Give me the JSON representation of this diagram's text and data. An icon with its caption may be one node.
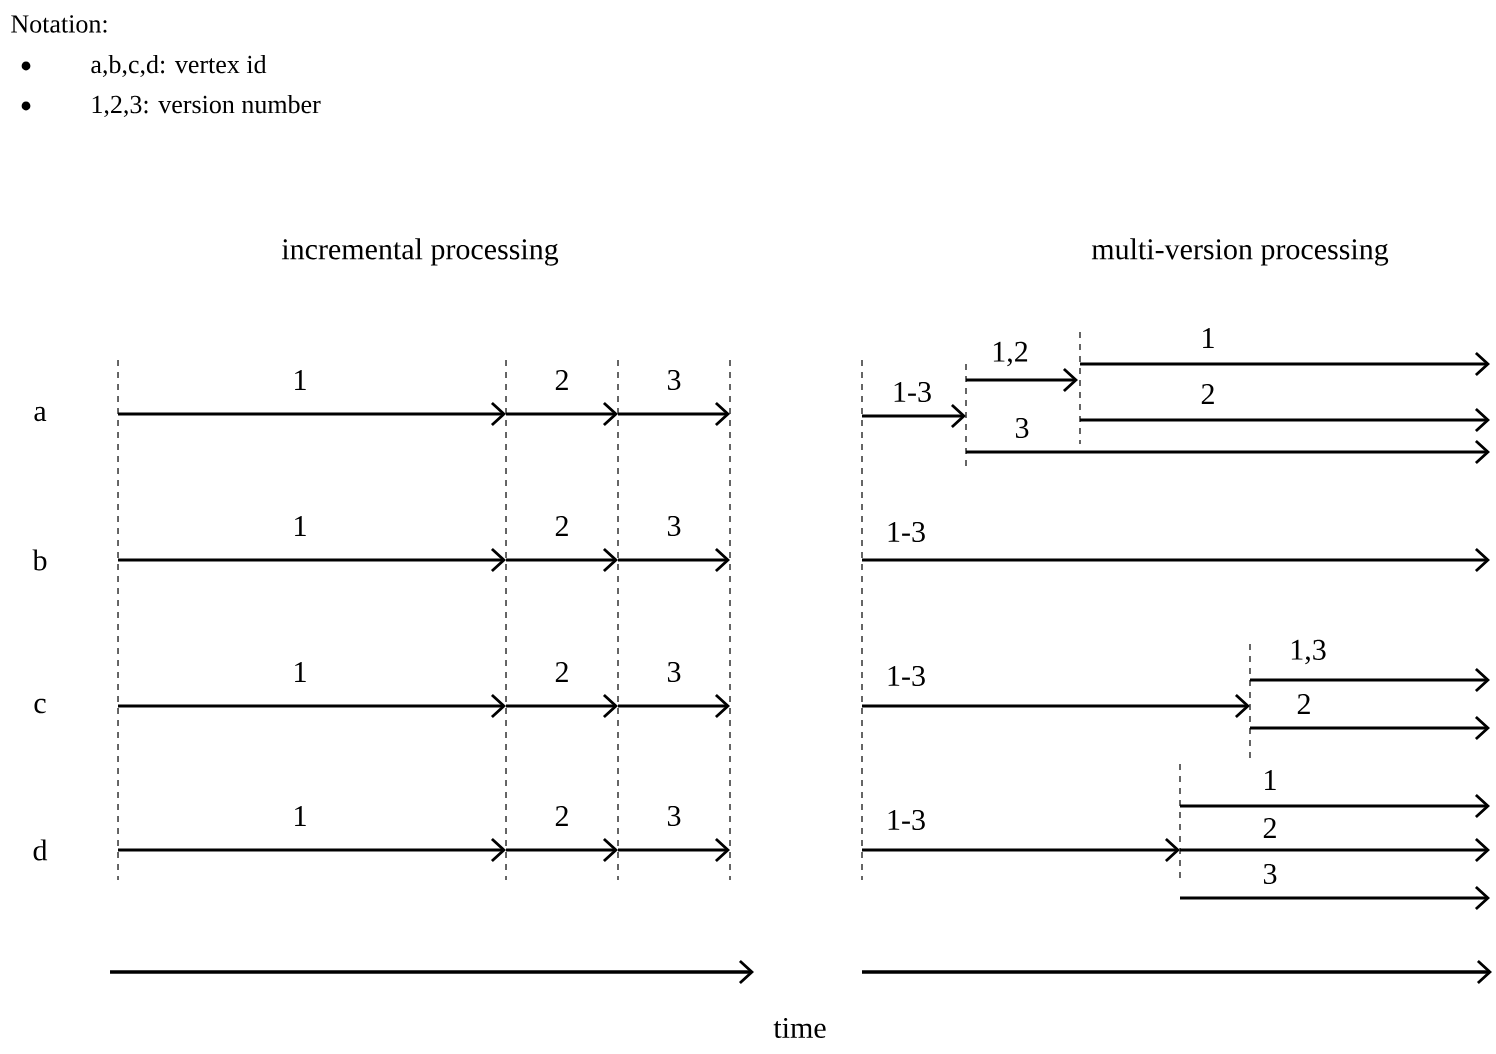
{
  "diagram": {
    "labels": [
      "Notation:",
      "a,b,c,d: vertex id",
      "1,2,3: version number",
      "incremental processing",
      "multi-version processing",
      "a",
      "1",
      "2",
      "3",
      "1,2",
      "1",
      "1-3",
      "2",
      "3",
      "b",
      "1",
      "2",
      "3",
      "1-3",
      "c",
      "1",
      "2",
      "3",
      "1,3",
      "1-3",
      "2",
      "d",
      "1",
      "2",
      "3",
      "1",
      "1-3",
      "2",
      "3",
      "time"
    ]
  }
}
